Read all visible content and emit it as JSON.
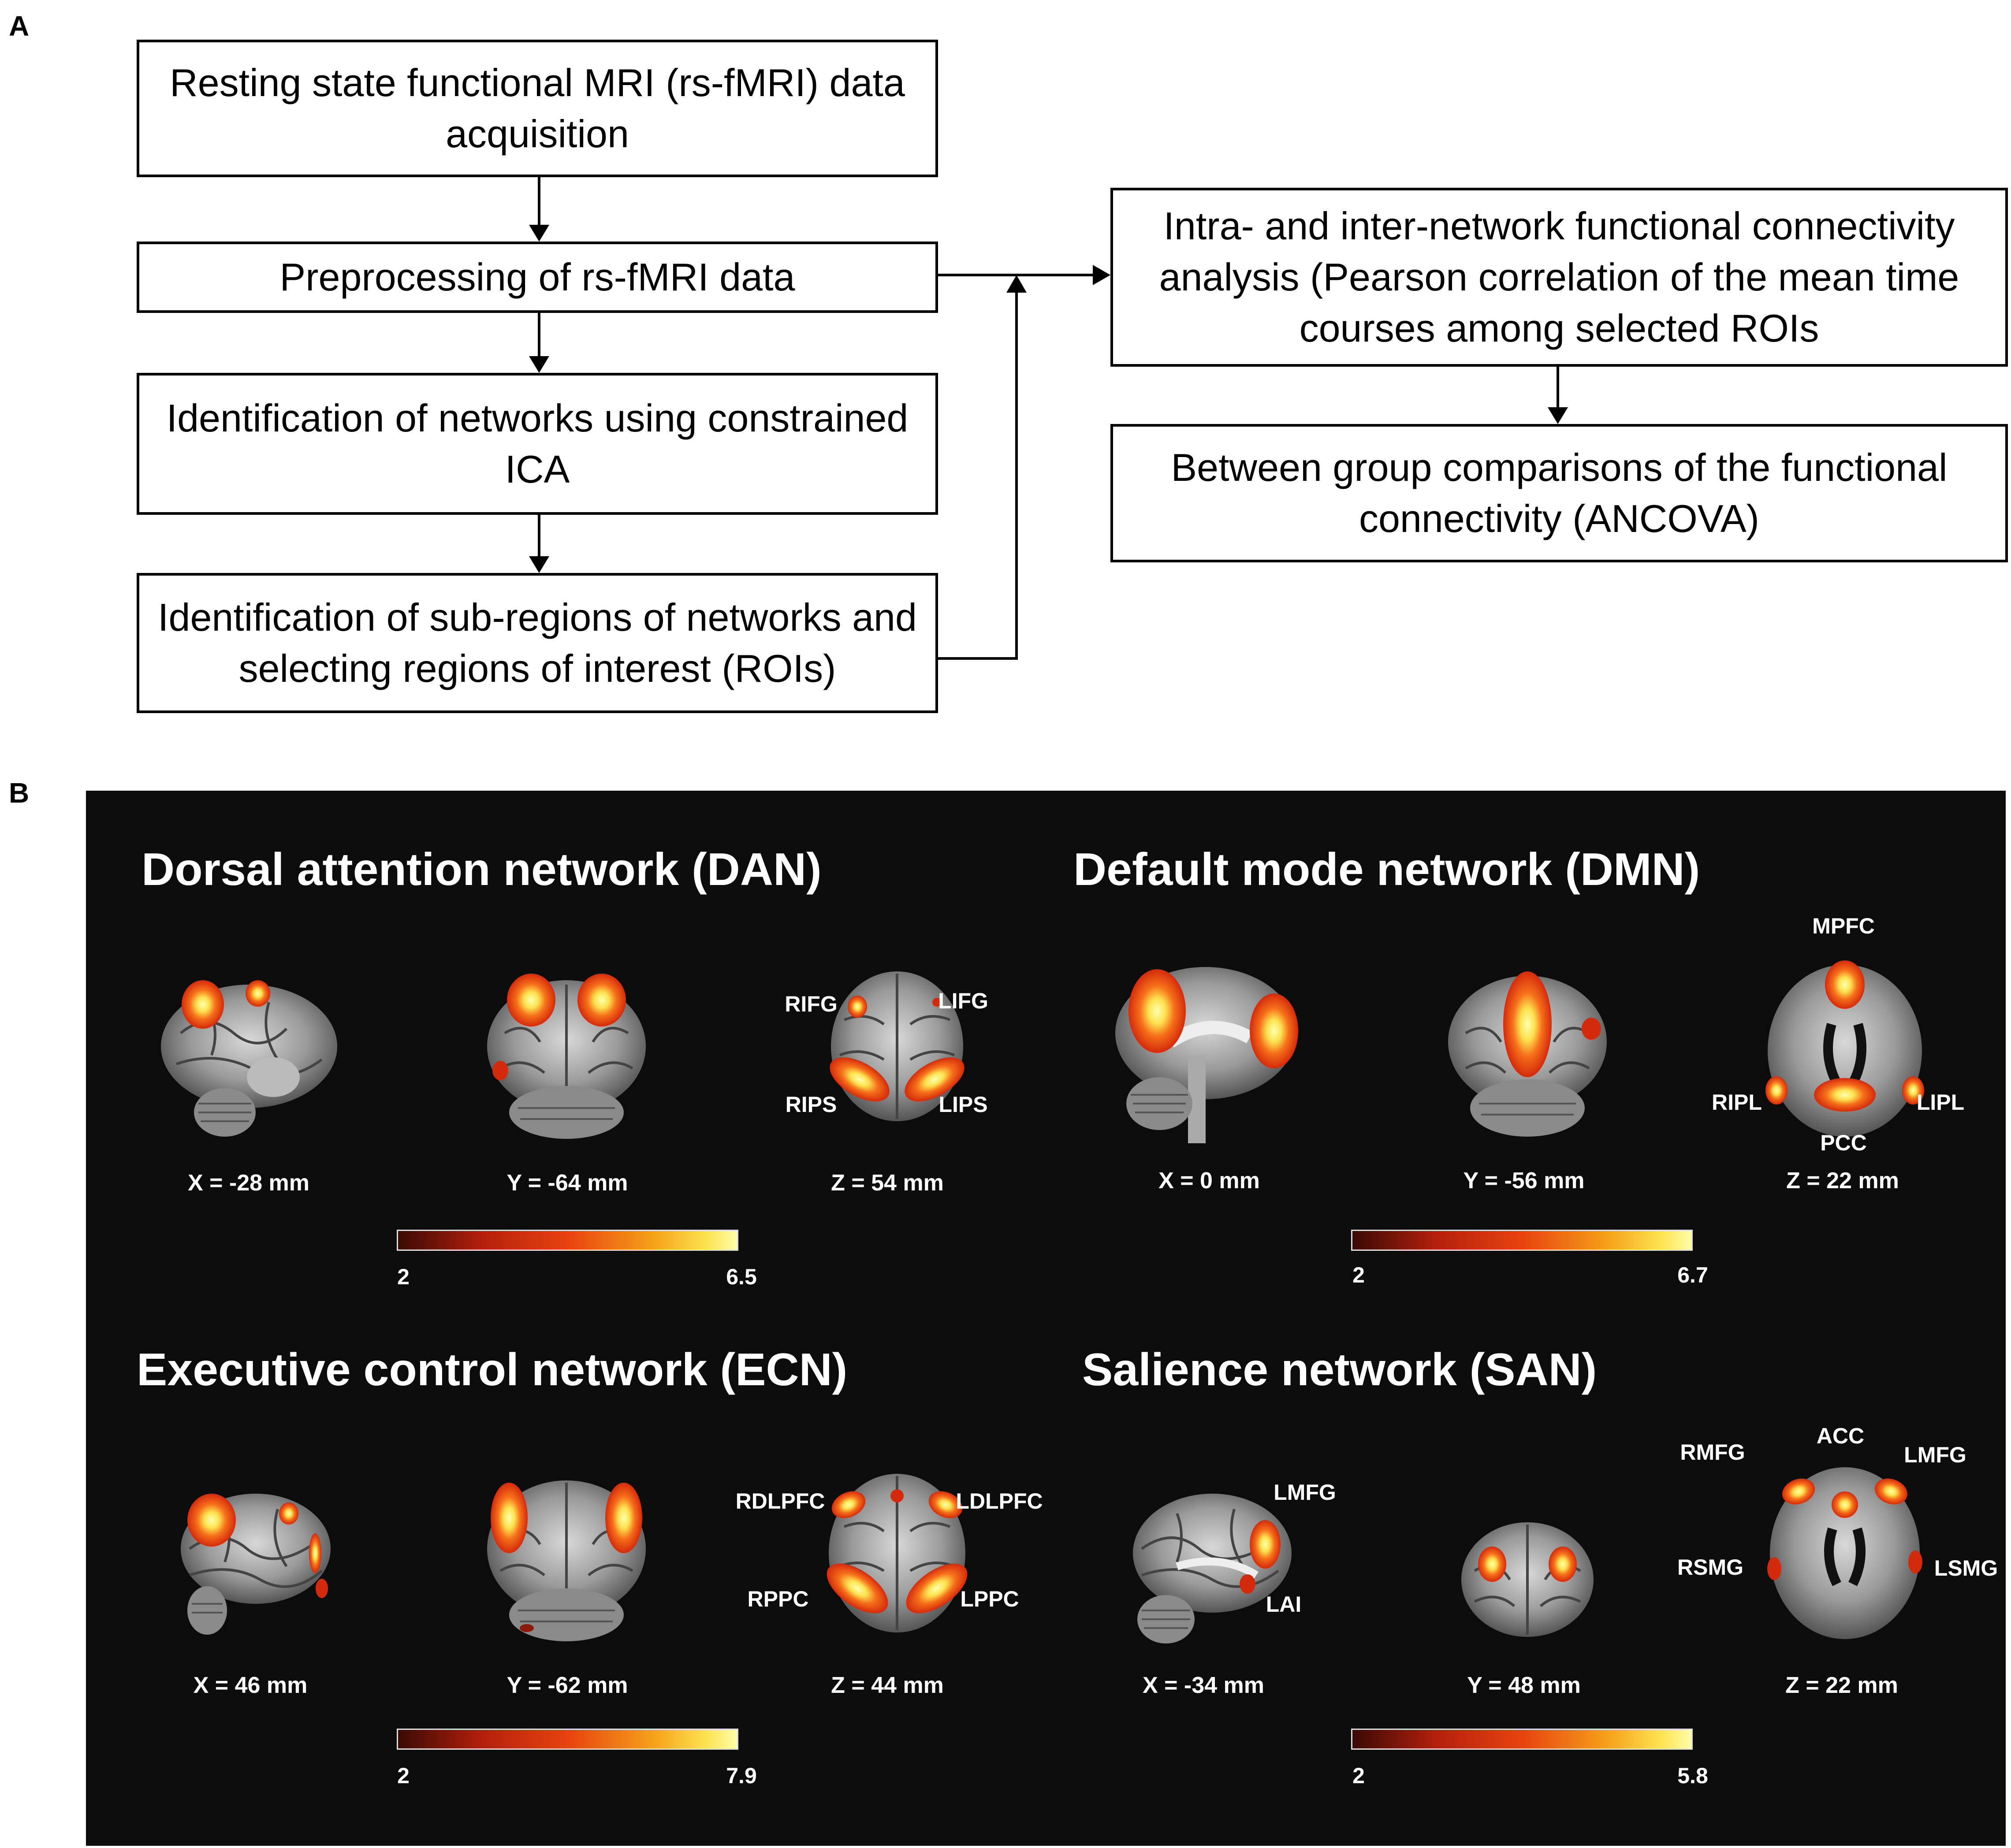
{
  "panels": {
    "a": "A",
    "b": "B"
  },
  "flowchart": {
    "step1": "Resting state functional MRI (rs-fMRI) data acquisition",
    "step2": "Preprocessing of rs-fMRI data",
    "step3": "Identification of networks using constrained ICA",
    "step4": "Identification of sub-regions of networks and selecting regions of interest (ROIs)",
    "step5": "Intra- and inter-network functional connectivity analysis (Pearson correlation of the mean time courses among selected ROIs",
    "step6": "Between group comparisons of the functional connectivity (ANCOVA)"
  },
  "colors": {
    "colormap": [
      "#3a0a05",
      "#b5200c",
      "#e8430f",
      "#f6a21a",
      "#fde24f",
      "#ffffb0"
    ],
    "background": "#0c0c0c"
  },
  "networks": [
    {
      "title": "Dorsal attention network (DAN)",
      "coords": [
        "X = -28 mm",
        "Y = -64 mm",
        "Z = 54 mm"
      ],
      "rois": [
        "RIFG",
        "LIFG",
        "RIPS",
        "LIPS"
      ],
      "colorbar": {
        "min": "2",
        "max": "6.5"
      }
    },
    {
      "title": "Default mode network (DMN)",
      "coords": [
        "X = 0 mm",
        "Y = -56 mm",
        "Z = 22 mm"
      ],
      "rois": [
        "MPFC",
        "RIPL",
        "LIPL",
        "PCC"
      ],
      "colorbar": {
        "min": "2",
        "max": "6.7"
      }
    },
    {
      "title": "Executive control network (ECN)",
      "coords": [
        "X = 46 mm",
        "Y = -62 mm",
        "Z = 44 mm"
      ],
      "rois": [
        "RDLPFC",
        "LDLPFC",
        "RPPC",
        "LPPC"
      ],
      "colorbar": {
        "min": "2",
        "max": "7.9"
      }
    },
    {
      "title": "Salience network (SAN)",
      "coords": [
        "X = -34 mm",
        "Y = 48 mm",
        "Z = 22 mm"
      ],
      "rois": [
        "LMFG",
        "LAI",
        "RMFG",
        "ACC",
        "LMFG",
        "RSMG",
        "LSMG"
      ],
      "colorbar": {
        "min": "2",
        "max": "5.8"
      }
    }
  ]
}
